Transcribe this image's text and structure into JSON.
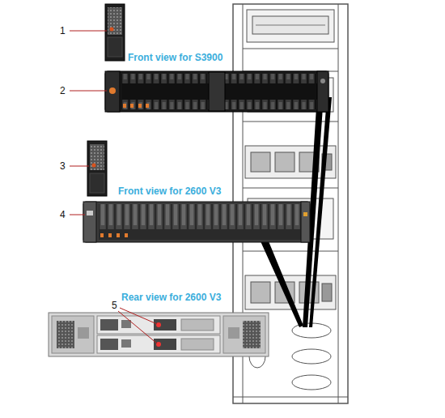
{
  "diagram": {
    "labels": [
      "1",
      "Front view for S3900",
      "2",
      "3",
      "Front view for 2600 V3",
      "4",
      "Rear view for 2600 V3",
      "5"
    ]
  }
}
